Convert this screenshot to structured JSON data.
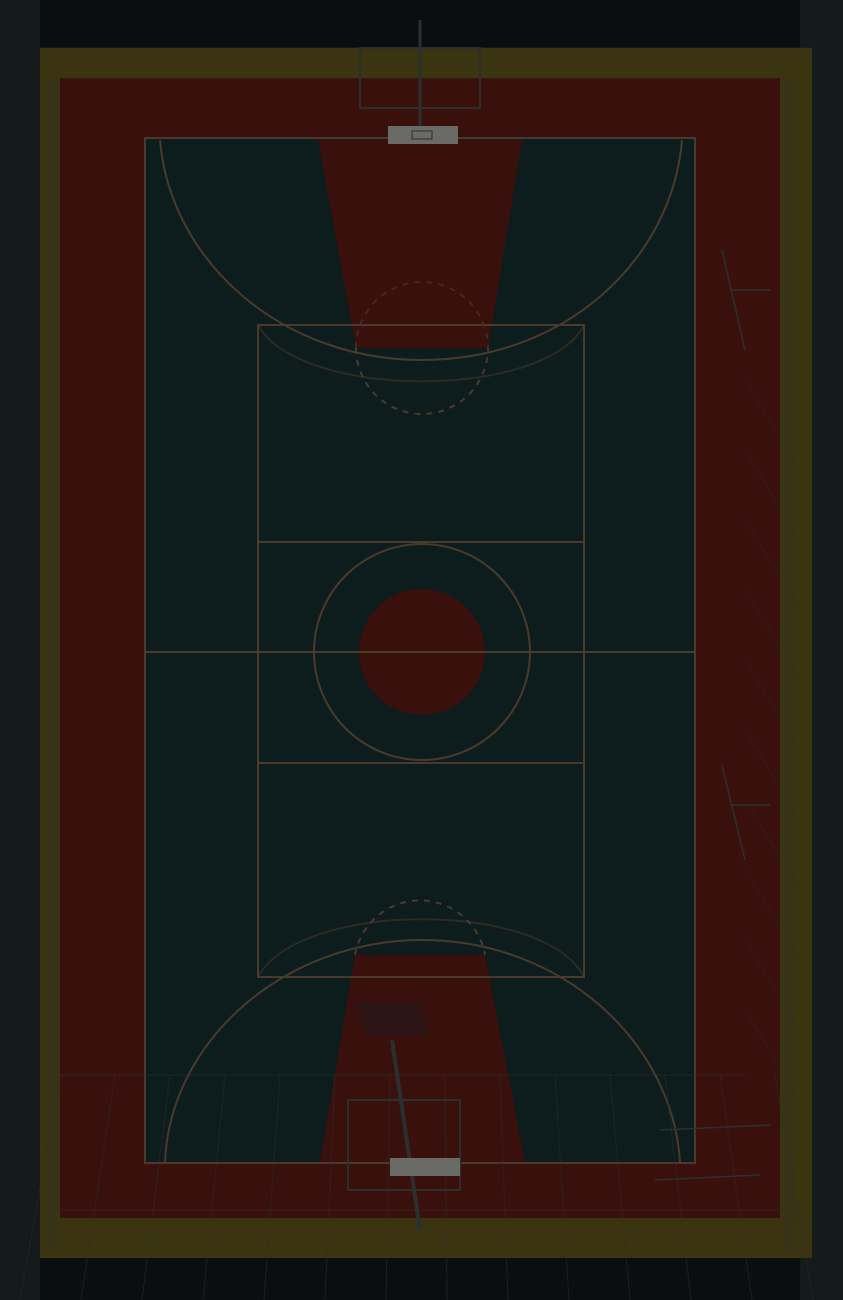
{
  "scene": {
    "view": "top-down",
    "subject": "basketball-court",
    "render_mode": "wireframe-overlay"
  },
  "colors": {
    "background": "#0b0e0e",
    "bleacher_frame": "#151a1a",
    "outer_strip_yellow": "#3a3410",
    "border_red": "#3a100d",
    "court_teal": "#0d1c1c",
    "key_red": "#3a100d",
    "center_circle_red": "#3a100d",
    "court_lines": "#4a3a2c",
    "wireframe": "#2a3030",
    "backboard": "#6a6a66",
    "goal_frame": "#2b2f2f",
    "hoop_base": "#2a1416"
  },
  "scene_text": {
    "sponsor_top": "",
    "sponsor_bottom": ""
  }
}
